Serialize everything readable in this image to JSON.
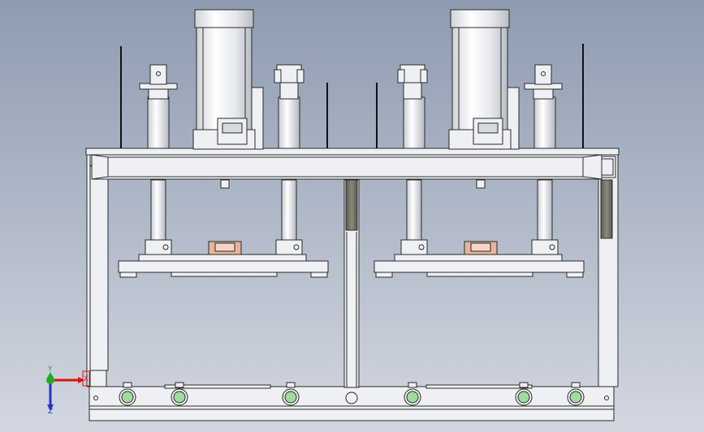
{
  "model": {
    "view": "front",
    "pneumatic_cylinders": 2,
    "guide_columns": 4,
    "support_rods": 4,
    "press_plates": 2,
    "posts": 2,
    "base_ports": 6
  },
  "colors": {
    "background_top": "#8e9bb1",
    "background_bottom": "#d3d7e0",
    "part_fill": "#eef0f3",
    "edge": "#2a2a2a",
    "port_green": "#9fdc9f",
    "bushing_copper": "#e8b49a",
    "axis_y": "#22aa22",
    "axis_x": "#dd1111",
    "axis_z": "#2233cc"
  },
  "triad": {
    "x_label": "X",
    "y_label": "Y",
    "z_label": "Z"
  }
}
